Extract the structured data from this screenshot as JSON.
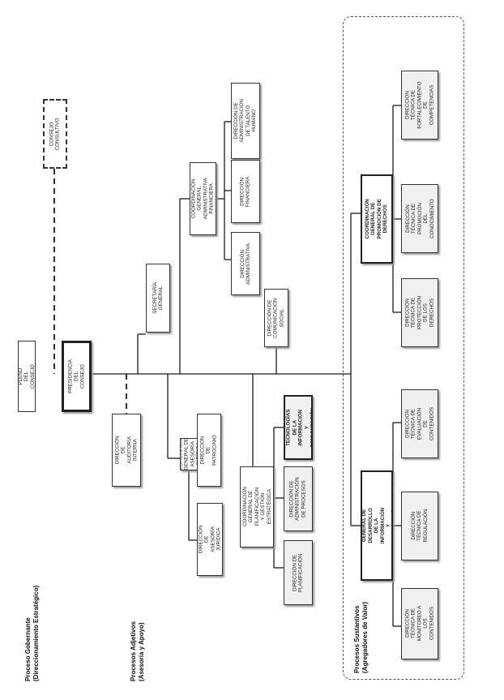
{
  "titles": {
    "gobernante": [
      "Proceso Gobernante",
      "(Direccionamiento Estratégico)"
    ],
    "adjetivos": [
      "Procesos Adjetivos",
      "(Asesoría y Apoyo)"
    ],
    "sustantivos": [
      "Procesos Sustantivos",
      "(Agregadores de Valor)"
    ]
  },
  "nodes": {
    "pleno": "PLENO DEL CONSEJO",
    "presidencia": "PRESIDENCIA DEL CONSEJO",
    "consultivo": "CONSEJO CONSULTIVO",
    "auditoria": "DIRECCIÓN DE AUDITORÍA INTERNA",
    "secretaria": "SECRETARÍA GENERAL",
    "comunicacion": "DIRECCIÓN DE COMUNICACIÓN SOCIAL",
    "coord_admin": "COORDINACIÓN GENERAL ADMINISTRATIVA FINANCIERA",
    "dir_talento": "DIRECCIÓN DE ADMINISTRACIÓN DE TALENTO HUMANO",
    "dir_financiera": "DIRECCIÓN FINANCIERA",
    "dir_administrativa": "DIRECCIÓN ADMINISTRATIVA",
    "coord_juridica": "COORDINACIÓN GENERAL DE ASESORÍA JURÍDICA",
    "dir_patrocinio": "DIRECCIÓN DE PATROCINIO",
    "dir_asesoria": "DIRECCIÓN DE ASESORÍA JURÍDICA",
    "coord_planificacion": "COORDINACIÓN GENERAL DE PLANIFICACIÓN Y GESTIÓN ESTRATÉGICA",
    "dir_tic": "DIRECCIÓN DE TECNOLOGÍAS DE LA INFORMACIÓN Y COMUNICACIÓN",
    "dir_procesos": "DIRECCIÓN DE ADMINISTRACIÓN DE PROCESOS",
    "dir_planificacion": "DIRECCIÓN DE PLANIFICACIÓN",
    "coord_promocion": "COORDINACIÓN GENERAL DE PROMOCIÓN DE DERECHOS",
    "dt_fortalecimiento": "DIRECCIÓN TÉCNICA DE FORTALECIMIENTO DE COMPETENCIAS",
    "dt_promocion": "DIRECCIÓN TÉCNICA DE PROMOCIÓN DEL CONOCIMIENTO",
    "dt_proteccion": "DIRECCIÓN TÉCNICA DE PROTECCIÓN DE LOS DERECHOS",
    "coord_desarrollo": "COORDINACIÓN GENERAL DE DESARROLLO DE LA INFORMACIÓN Y COMUNICACIÓN",
    "dt_evaluacion": "DIRECCIÓN TÉCNICA DE EVALUACIÓN DE CONTENIDOS",
    "dt_regulacion": "DIRECCIÓN TÉCNICA DE REGULACIÓN",
    "dt_monitoreo": "DIRECCIÓN TÉCNICA DE MONITOREO A LOS CONTENIDOS"
  }
}
